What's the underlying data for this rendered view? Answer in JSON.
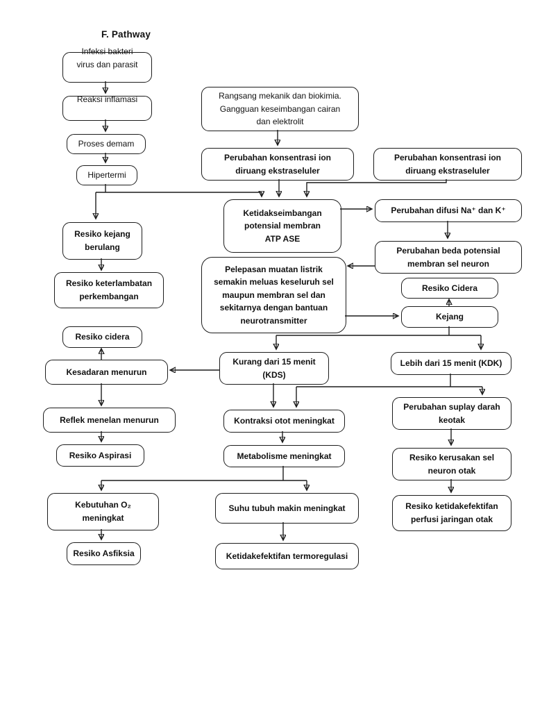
{
  "page": {
    "title": "F. Pathway"
  },
  "colors": {
    "ink": "#1c1c1c",
    "background": "#ffffff"
  },
  "diagram": {
    "type": "flowchart",
    "language": "Indonesian",
    "topic": "Pathway demam / kejang"
  },
  "nodes": {
    "infeksi": {
      "text": "Infeksi bakteri\nvirus dan parasit"
    },
    "reaksi": {
      "text": "Reaksi inflamasi"
    },
    "proses": {
      "text": "Proses demam"
    },
    "hipertermi": {
      "text": "Hipertermi"
    },
    "rangsang": {
      "text": "Rangsang mekanik dan biokimia.\nGangguan keseimbangan cairan\ndan elektrolit"
    },
    "ion_kiri": {
      "text": "Perubahan konsentrasi ion\ndiruang ekstraseluler"
    },
    "ion_kanan": {
      "text": "Perubahan konsentrasi ion\ndiruang ekstraseluler"
    },
    "ketidakseimbangan": {
      "text": "Ketidakseimbangan\npotensial membran\nATP ASE"
    },
    "difusi": {
      "text": "Perubahan difusi Na⁺ dan K⁺"
    },
    "beda_potensial": {
      "text": "Perubahan beda potensial\nmembran sel neuron"
    },
    "pelepasan": {
      "text": "Pelepasan muatan listrik\nsemakin meluas keseluruh sel\nmaupun membran sel dan\nsekitarnya dengan bantuan\nneurotransmitter"
    },
    "resiko_cidera_kanan": {
      "text": "Resiko Cidera"
    },
    "kejang": {
      "text": "Kejang"
    },
    "kejang_berulang": {
      "text": "Resiko kejang\nberulang"
    },
    "keterlambatan": {
      "text": "Resiko keterlambatan\nperkembangan"
    },
    "resiko_cidera_kiri": {
      "text": "Resiko cidera"
    },
    "kesadaran": {
      "text": "Kesadaran menurun"
    },
    "reflek": {
      "text": "Reflek menelan menurun"
    },
    "aspirasi": {
      "text": "Resiko Aspirasi"
    },
    "kds": {
      "text": "Kurang dari 15 menit\n(KDS)"
    },
    "kdk": {
      "text": "Lebih dari 15 menit (KDK)"
    },
    "kontraksi": {
      "text": "Kontraksi otot meningkat"
    },
    "metabolisme": {
      "text": "Metabolisme meningkat"
    },
    "suplay": {
      "text": "Perubahan suplay darah\nkeotak"
    },
    "kerusakan": {
      "text": "Resiko kerusakan sel\nneuron otak"
    },
    "perfusi": {
      "text": "Resiko ketidakefektifan\nperfusi jaringan otak"
    },
    "kebutuhan": {
      "text": "Kebutuhan O₂\nmeningkat"
    },
    "asfiksia": {
      "text": "Resiko Asfiksia"
    },
    "suhu": {
      "text": "Suhu tubuh makin meningkat"
    },
    "termoregulasi": {
      "text": "Ketidakefektifan termoregulasi"
    }
  }
}
